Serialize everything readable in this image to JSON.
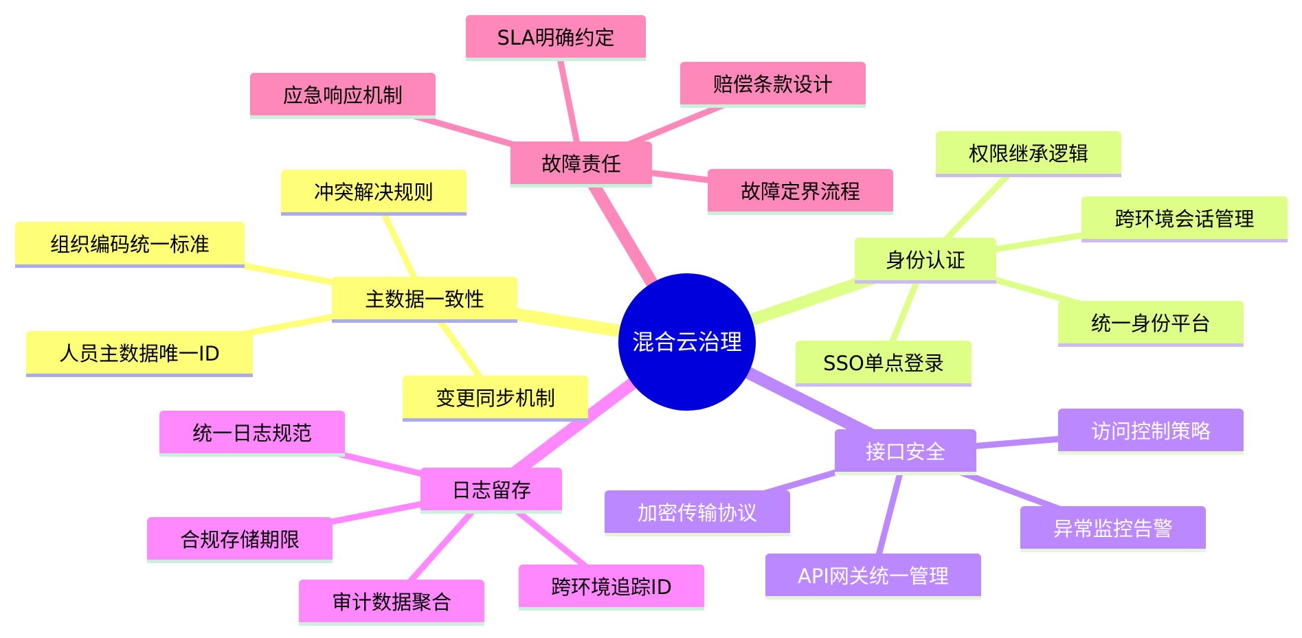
{
  "center": {
    "label": "混合云治理",
    "fill": "#0000dd",
    "text_color": "#ffffff"
  },
  "branches": [
    {
      "key": "fault",
      "label": "故障责任",
      "color": "#ff88bb",
      "underline": "#c8f0dc",
      "text_color": "#000000",
      "children": [
        "SLA明确约定",
        "应急响应机制",
        "赔偿条款设计",
        "故障定界流程"
      ]
    },
    {
      "key": "masterdata",
      "label": "主数据一致性",
      "color": "#ffff77",
      "underline": "#aaaaee",
      "text_color": "#000000",
      "children": [
        "冲突解决规则",
        "组织编码统一标准",
        "人员主数据唯一ID",
        "变更同步机制"
      ]
    },
    {
      "key": "identity",
      "label": "身份认证",
      "color": "#ddff88",
      "underline": "#ccbbee",
      "text_color": "#000000",
      "children": [
        "权限继承逻辑",
        "跨环境会话管理",
        "统一身份平台",
        "SSO单点登录"
      ]
    },
    {
      "key": "logging",
      "label": "日志留存",
      "color": "#ff88ff",
      "underline": "#c8f0dc",
      "text_color": "#000000",
      "children": [
        "统一日志规范",
        "合规存储期限",
        "审计数据聚合",
        "跨环境追踪ID"
      ]
    },
    {
      "key": "api",
      "label": "接口安全",
      "color": "#bb88ff",
      "underline": "#e4f5d8",
      "text_color": "#ffffff",
      "children": [
        "访问控制策略",
        "加密传输协议",
        "异常监控告警",
        "API网关统一管理"
      ]
    }
  ]
}
